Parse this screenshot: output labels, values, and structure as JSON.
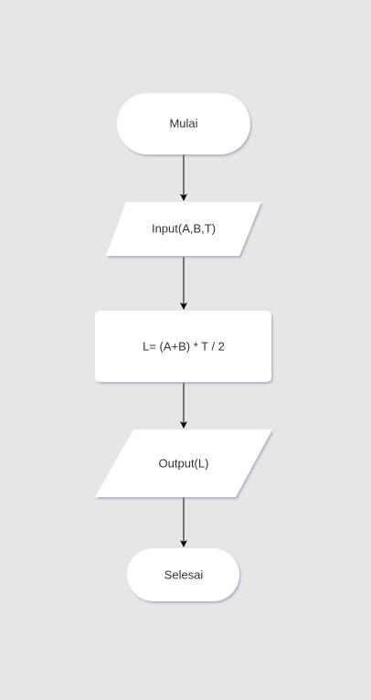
{
  "flowchart": {
    "nodes": {
      "start": {
        "label": "Mulai",
        "shape": "terminator"
      },
      "input": {
        "label": "Input(A,B,T)",
        "shape": "parallelogram"
      },
      "process": {
        "label": "L= (A+B) * T / 2",
        "shape": "rectangle"
      },
      "output": {
        "label": "Output(L)",
        "shape": "parallelogram"
      },
      "end": {
        "label": "Selesai",
        "shape": "terminator"
      }
    },
    "edges": [
      {
        "from": "start",
        "to": "input"
      },
      {
        "from": "input",
        "to": "process"
      },
      {
        "from": "process",
        "to": "output"
      },
      {
        "from": "output",
        "to": "end"
      }
    ]
  },
  "colors": {
    "background": "#e6e6e6",
    "node_fill": "#ffffff",
    "node_shadow": "#9a9ab0",
    "text": "#333333",
    "edge": "#000000"
  }
}
